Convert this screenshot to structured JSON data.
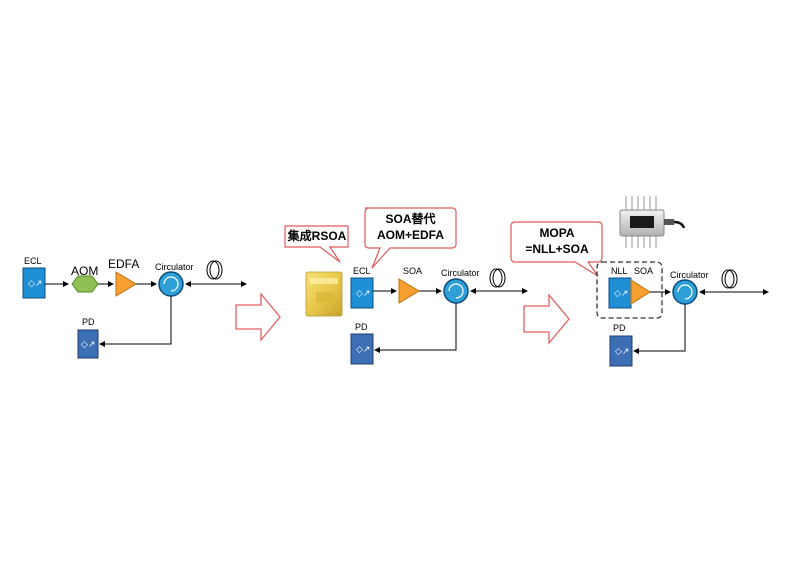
{
  "stage1": {
    "ecl": "ECL",
    "aom": "AOM",
    "edfa": "EDFA",
    "circulator": "Circulator",
    "pd": "PD"
  },
  "stage2": {
    "ecl": "ECL",
    "soa": "SOA",
    "circulator": "Circulator",
    "pd": "PD",
    "callout_rsoa": "集成RSOA",
    "callout_replace_line1": "SOA替代",
    "callout_replace_line2": "AOM+EDFA"
  },
  "stage3": {
    "nll": "NLL",
    "soa": "SOA",
    "circulator": "Circulator",
    "pd": "PD",
    "callout_mopa_line1": "MOPA",
    "callout_mopa_line2": "=NLL+SOA"
  },
  "colors": {
    "laser_blue": "#1f8fd6",
    "pd_blue": "#3d6fb4",
    "aom_green": "#8fbf55",
    "amp_orange": "#f5a030",
    "circulator_blue": "#2f9fd8",
    "arrow_red": "#e06060",
    "callout_border": "#e05a5a"
  }
}
